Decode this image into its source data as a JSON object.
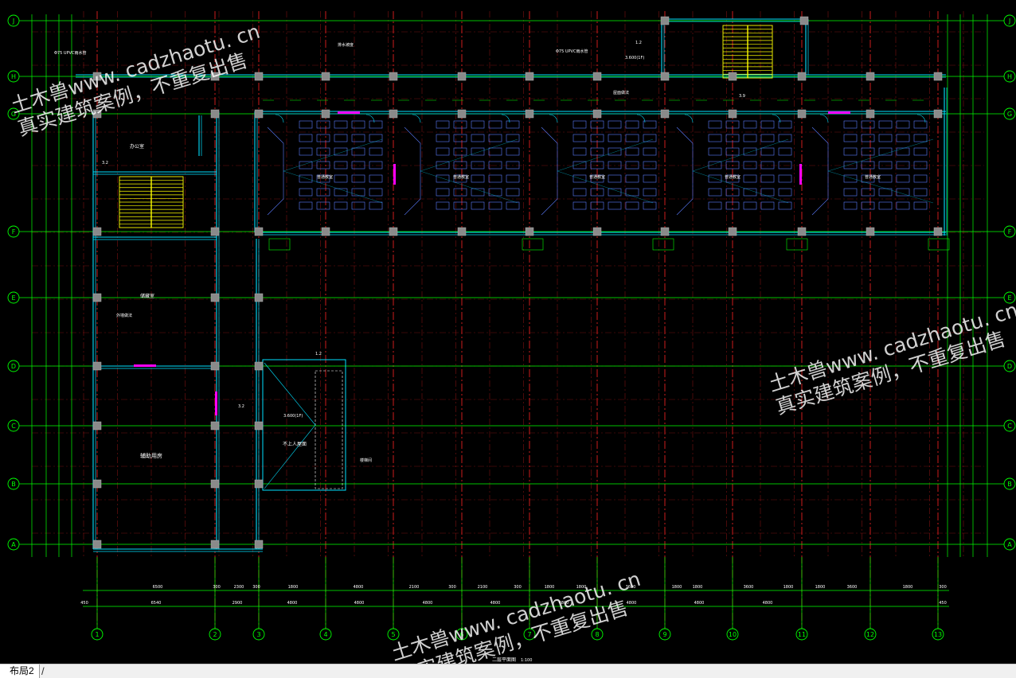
{
  "drawing": {
    "title": "二层平面图",
    "scale": "1:100",
    "grid_numbers": [
      "1",
      "2",
      "3",
      "4",
      "5",
      "6",
      "7",
      "8",
      "9",
      "10",
      "11",
      "12",
      "13"
    ],
    "grid_letters": [
      "A",
      "B",
      "C",
      "D",
      "E",
      "F",
      "G",
      "H",
      "J"
    ],
    "dims_top_row": [
      "6500",
      "300",
      "2300",
      "300",
      "1800",
      "4800",
      "2100",
      "300",
      "2100",
      "300",
      "1800",
      "1800",
      "3600",
      "1800",
      "1800",
      "3600",
      "1800",
      "1800",
      "3600",
      "1800",
      "300"
    ],
    "dims_bottom_row": [
      "450",
      "6540",
      "2900",
      "4800",
      "4800",
      "4800",
      "4800",
      "4800",
      "4800",
      "4800",
      "4800",
      "450"
    ],
    "labels": {
      "classroom": "普通教室",
      "office": "办公室",
      "storage": "储藏室",
      "auxiliary": "辅助用房",
      "stair_room": "楼梯间",
      "upper_open": "不上人屋面",
      "pipe_note_left": "Φ75 UPVC雨水管",
      "pipe_note_right": "Φ75 UPVC雨水管",
      "level_1": "3.600(1F)",
      "level_2": "3.600(1F)",
      "slope_1": "3.2",
      "slope_2": "1.2",
      "slope_3": "3.9",
      "slope_4": "3.2",
      "slope_5": "1.2",
      "drain_note": "排水坡度",
      "wall_note": "外墙做法",
      "roof_note": "屋面做法"
    }
  },
  "watermark": {
    "line1": "土木兽www. cadzhaotu. cn",
    "line2": "真实建筑案例，不重复出售"
  },
  "statusbar": {
    "layout_tab": "布局2",
    "separator": "/"
  },
  "colors": {
    "background": "#000000",
    "grid_red": "#e02020",
    "dim_green": "#00ff00",
    "wall_cyan": "#00e0ff",
    "column_gray": "#8a8a8a",
    "stair_yellow": "#ffff00",
    "door_magenta": "#ff00ff",
    "furniture_blue": "#5b7cff"
  }
}
